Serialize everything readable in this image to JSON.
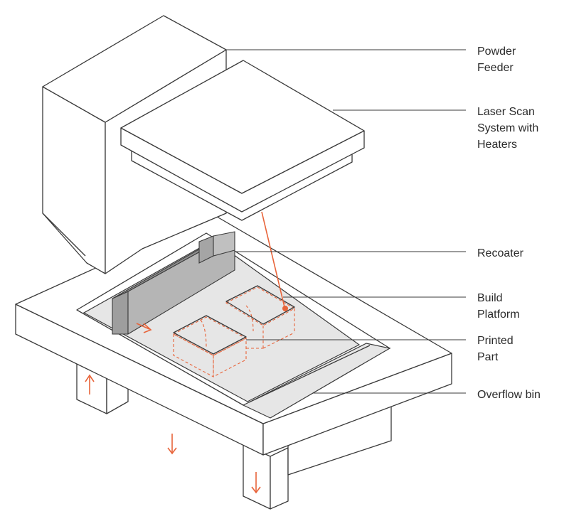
{
  "labels": {
    "powder_feeder": "Powder\nFeeder",
    "laser_scan": "Laser Scan\nSystem with\nHeaters",
    "recoater": "Recoater",
    "build_platform": "Build\nPlatform",
    "printed_part": "Printed\nPart",
    "overflow_bin": "Overflow bin"
  },
  "colors": {
    "line": "#3a3a3a",
    "accent": "#e8643a",
    "powder": "#e6e6e6",
    "recoater": "#a5a5a5"
  }
}
